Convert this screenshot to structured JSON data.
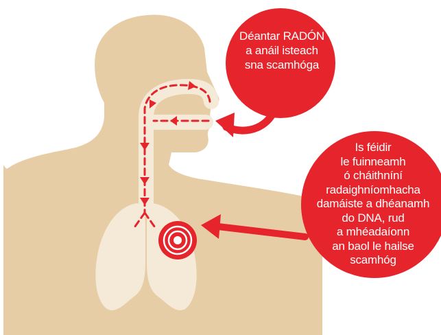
{
  "colors": {
    "skin": "#e7cda6",
    "skin_dark": "#dcbf93",
    "lung": "#f4ead7",
    "accent": "#e5242c",
    "white": "#ffffff"
  },
  "callout_inhale": {
    "lines": [
      "Déantar RADÓN",
      "a anáil isteach",
      "sna scamhóga"
    ]
  },
  "callout_damage": {
    "lines": [
      "Is féidir",
      "le fuinneamh",
      "ó cháithníní",
      "radaighníomhacha",
      "damáiste a dhéanamh",
      "do DNA, rud",
      "a mhéadaíonn",
      "an baol le hailse",
      "scamhóg"
    ]
  }
}
